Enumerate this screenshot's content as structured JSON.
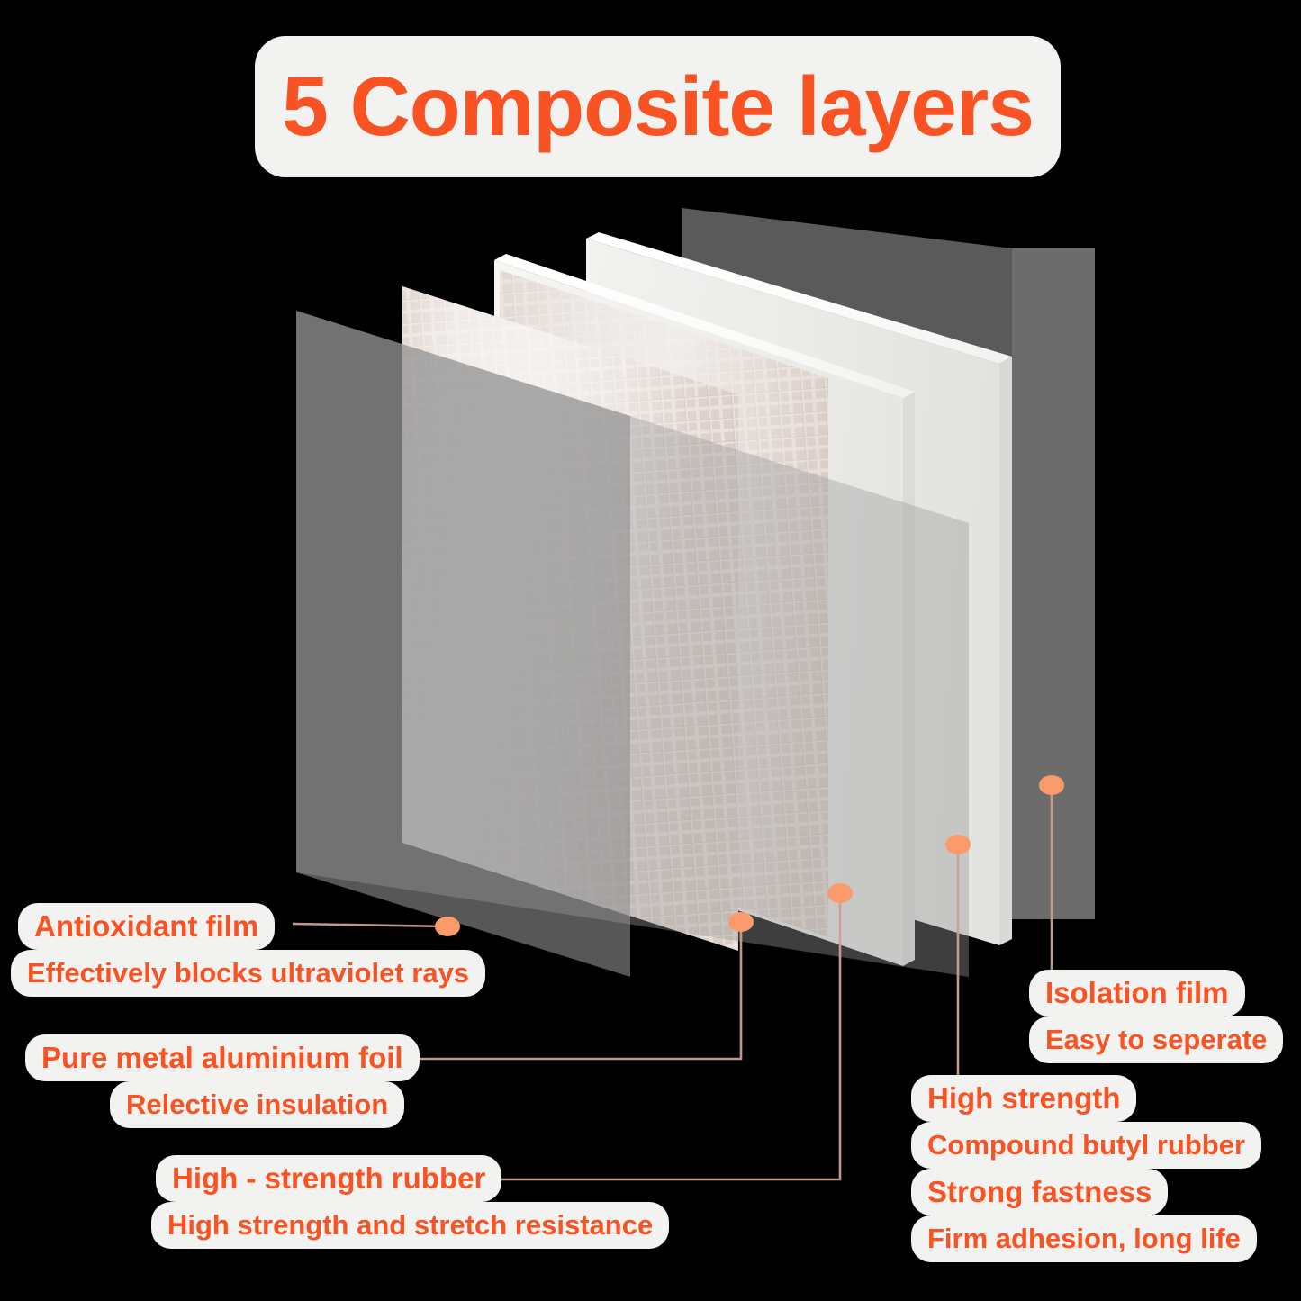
{
  "header": {
    "title": "5 Composite layers"
  },
  "theme": {
    "background": "#000000",
    "accent": "#fa5323",
    "label_background": "#f2f2f1",
    "connector": "#c8a293",
    "dot": "#fb9a6a"
  },
  "diagram": {
    "name": "exploded-composite-layer-stack",
    "layer_count": 5,
    "layers": [
      {
        "id": "antioxidant-film",
        "appearance": "translucent-grey-sheet"
      },
      {
        "id": "aluminium-foil",
        "appearance": "mesh-textured-metallic-sheet"
      },
      {
        "id": "rubber-layer",
        "appearance": "mesh-textured-sheet"
      },
      {
        "id": "butyl-rubber-board",
        "appearance": "thick-white-board"
      },
      {
        "id": "isolation-film",
        "appearance": "translucent-grey-sheet"
      }
    ]
  },
  "callouts": [
    {
      "id": "antioxidant-film",
      "side": "left",
      "lines": [
        {
          "text": "Antioxidant film",
          "kind": "lead"
        },
        {
          "text": "Effectively blocks ultraviolet rays",
          "kind": "sub"
        }
      ]
    },
    {
      "id": "aluminium-foil",
      "side": "left",
      "lines": [
        {
          "text": "Pure metal aluminium foil",
          "kind": "lead"
        },
        {
          "text": "Relective insulation",
          "kind": "sub"
        }
      ]
    },
    {
      "id": "rubber-layer",
      "side": "left",
      "lines": [
        {
          "text": "High - strength rubber",
          "kind": "lead"
        },
        {
          "text": "High strength and stretch resistance",
          "kind": "sub"
        }
      ]
    },
    {
      "id": "isolation-film",
      "side": "right",
      "lines": [
        {
          "text": "Isolation film",
          "kind": "lead"
        },
        {
          "text": "Easy to seperate",
          "kind": "sub"
        }
      ]
    },
    {
      "id": "butyl-rubber-board",
      "side": "right",
      "lines": [
        {
          "text": "High strength",
          "kind": "lead"
        },
        {
          "text": "Compound butyl rubber",
          "kind": "sub"
        },
        {
          "text": "Strong fastness",
          "kind": "lead"
        },
        {
          "text": "Firm adhesion, long life",
          "kind": "sub"
        }
      ]
    }
  ]
}
